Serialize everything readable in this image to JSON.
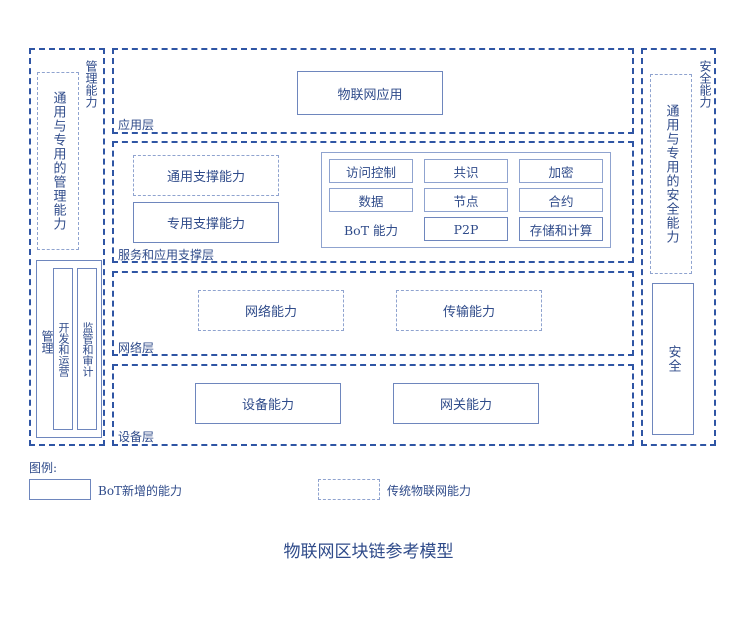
{
  "title": "物联网区块链参考模型",
  "management": {
    "side_label": "管理能力",
    "general_box": "通用与专用的管理能力",
    "inner_label": "管理",
    "dev_ops": "开发和运营",
    "supervision": "监管和审计"
  },
  "security": {
    "side_label": "安全能力",
    "general_box": "通用与专用的安全能力",
    "inner_box": "安全"
  },
  "app_layer": {
    "label": "应用层",
    "box": "物联网应用"
  },
  "service_layer": {
    "label": "服务和应用支撑层",
    "general_support": "通用支撑能力",
    "special_support": "专用支撑能力",
    "grid": [
      [
        "访问控制",
        "共识",
        "加密"
      ],
      [
        "数据",
        "节点",
        "合约"
      ],
      [
        "BoT 能力",
        "P2P",
        "存储和计算"
      ]
    ]
  },
  "network_layer": {
    "label": "网络层",
    "network": "网络能力",
    "transport": "传输能力"
  },
  "device_layer": {
    "label": "设备层",
    "device": "设备能力",
    "gateway": "网关能力"
  },
  "legend": {
    "title": "图例:",
    "new_label": "BoT新增的能力",
    "traditional_label": "传统物联网能力"
  }
}
